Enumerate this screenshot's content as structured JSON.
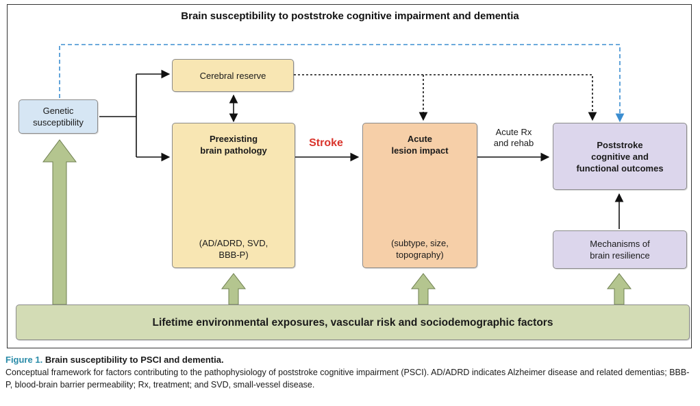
{
  "title": "Brain susceptibility to poststroke cognitive impairment and dementia",
  "nodes": {
    "genetic": {
      "lines": [
        "Genetic",
        "susceptibility"
      ]
    },
    "reserve": {
      "label": "Cerebral reserve"
    },
    "preexisting": {
      "title_lines": [
        "Preexisting",
        "brain pathology"
      ],
      "sub_lines": [
        "(AD/ADRD, SVD,",
        "BBB-P)"
      ]
    },
    "acute": {
      "title_lines": [
        "Acute",
        "lesion impact"
      ],
      "sub_lines": [
        "(subtype, size,",
        "topography)"
      ]
    },
    "outcomes": {
      "lines": [
        "Poststroke",
        "cognitive and",
        "functional outcomes"
      ]
    },
    "resilience": {
      "lines": [
        "Mechanisms of",
        "brain resilience"
      ]
    },
    "lifetime": {
      "label": "Lifetime environmental exposures, vascular risk and sociodemographic factors"
    }
  },
  "edge_labels": {
    "stroke": "Stroke",
    "acute_rx": [
      "Acute Rx",
      "and rehab"
    ]
  },
  "caption": {
    "figure_number": "Figure 1.",
    "heading": "Brain susceptibility to PSCI and dementia.",
    "text": "Conceptual framework for factors contributing to the pathophysiology of poststroke cognitive impairment (PSCI). AD/ADRD indicates Alzheimer disease and related dementias; BBB-P, blood-brain barrier permeability; Rx, treatment; and SVD, small-vessel disease."
  },
  "colors": {
    "genetic_fill": "#d6e6f4",
    "reserve_fill": "#f8e6b3",
    "preexisting_fill": "#f8e6b3",
    "acute_fill": "#f6cfa8",
    "outcomes_fill": "#dcd6ec",
    "lifetime_fill": "#d3dcb5",
    "upward_arrow": "#b4c58f",
    "stroke_text": "#d9332b",
    "dashed_blue": "#3b8dd0",
    "caption_figure_number": "#2a8ba8"
  }
}
